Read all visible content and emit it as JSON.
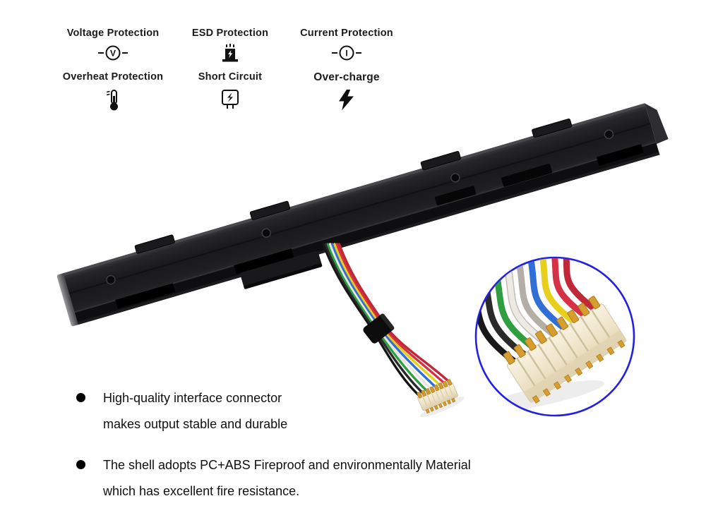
{
  "features": {
    "items": [
      {
        "label": "Voltage Protection",
        "icon": "voltmeter-icon"
      },
      {
        "label": "ESD Protection",
        "icon": "esd-icon"
      },
      {
        "label": "Current Protection",
        "icon": "ammeter-icon"
      },
      {
        "label": "Overheat Protection",
        "icon": "thermometer-icon"
      },
      {
        "label": "Short Circuit",
        "icon": "short-circuit-icon"
      },
      {
        "label": "Over-charge",
        "icon": "overcharge-lightning-icon"
      }
    ],
    "icon_glyphs": {
      "voltage": "V",
      "current": "I"
    }
  },
  "bullets": {
    "items": [
      {
        "line1": "High-quality interface connector",
        "line2": "makes output stable and durable"
      },
      {
        "line1": "The shell adopts PC+ABS Fireproof and environmentally Material",
        "line2": "which has excellent fire resistance."
      }
    ]
  },
  "photo": {
    "subject": "black laptop battery stick with multi-color wire harness and white 9-pin connector",
    "inset": "magnified connector close-up in blue circle",
    "colors": {
      "inset_ring_blue": "#2121e6",
      "battery_body": "#1a1a1d",
      "wire_black": "#181818",
      "wire_green": "#2e9e41",
      "wire_white": "#eceae2",
      "wire_gray": "#b3afa6",
      "wire_blue": "#2f6fd6",
      "wire_yellow": "#e9cf1d",
      "wire_red": "#d63245",
      "wire_dark_red": "#c02838",
      "connector_body_cream": "#f2ead6",
      "connector_pin_gold": "#d59a2c"
    }
  }
}
